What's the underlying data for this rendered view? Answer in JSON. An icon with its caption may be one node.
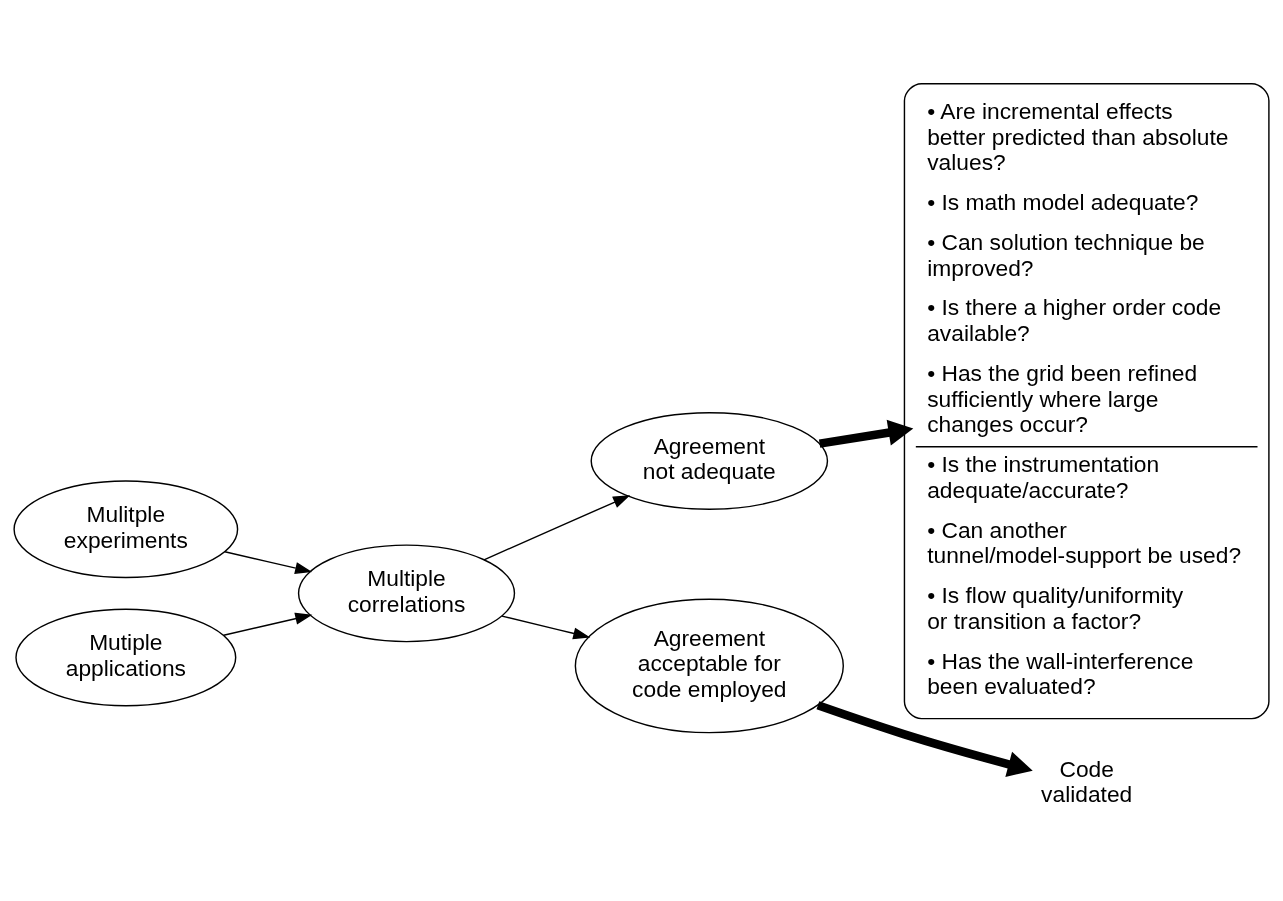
{
  "diagram": {
    "nodes": [
      {
        "text": [
          "Mulitple experiments"
        ]
      },
      {
        "text": [
          "Multiple correlations"
        ]
      },
      {
        "text": [
          "Agreement not adequate"
        ]
      },
      {
        "text": [
          "Mutiple applications"
        ]
      },
      {
        "text": [
          "Agreement acceptable for code employed"
        ]
      },
      {
        "text": [
          "Code validated"
        ]
      },
      {
        "text": [
          "• Are incremental effects better predicted than absolute values?",
          "• Is math model adequate?",
          "• Can solution technique be improved?",
          "• Is there a higher order code available?",
          "• Has the grid been refined sufficiently where large changes occur?",
          "• Is the instrumentation adequate/accurate?",
          "• Can another tunnel/model-support be used?",
          "• Is flow quality/uniformity or transition a factor?",
          "• Has the wall-interference been evaluated?"
        ]
      }
    ],
    "edges": [
      {
        "from": 0,
        "to": 1,
        "arrow": "to"
      },
      {
        "from": 3,
        "to": 1,
        "arrow": "to"
      },
      {
        "from": 1,
        "to": 2,
        "arrow": "to"
      },
      {
        "from": 1,
        "to": 4,
        "arrow": "to"
      },
      {
        "from": 2,
        "to": 6,
        "arrow": "to",
        "style": "thick"
      },
      {
        "from": 4,
        "to": 5,
        "arrow": "to",
        "style": "thick"
      }
    ]
  }
}
